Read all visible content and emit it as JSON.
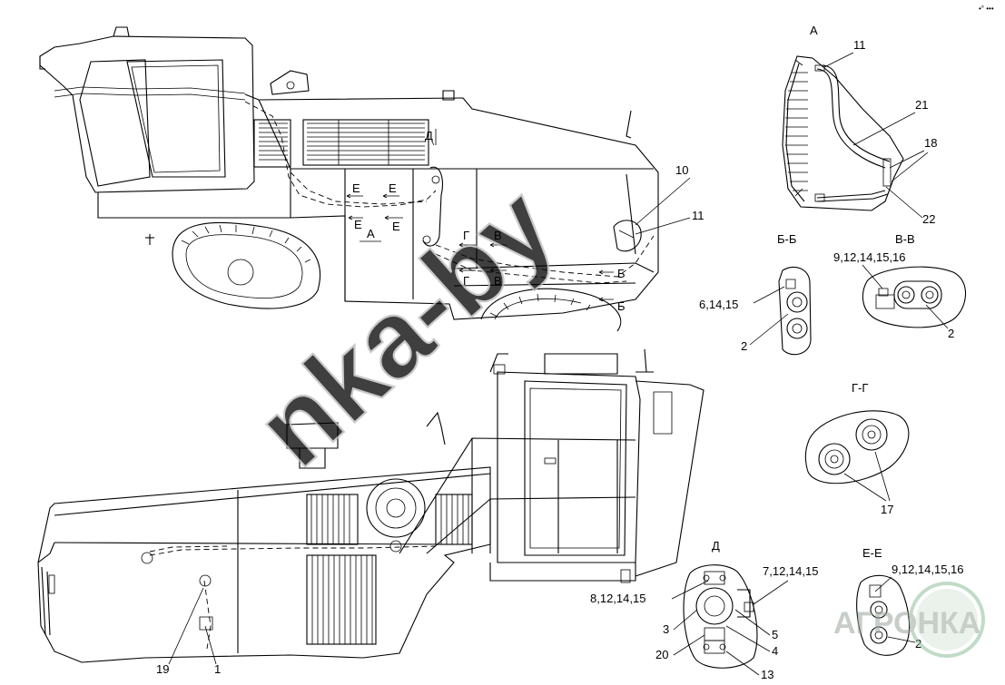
{
  "corner_mark": "•° •••",
  "views": {
    "A": "А",
    "BB": "Б-Б",
    "VV": "В-В",
    "GG": "Г-Г",
    "D": "Д",
    "EE": "Е-Е"
  },
  "section_marks": {
    "D": "Д",
    "E": "Е",
    "A": "А",
    "G": "Г",
    "V": "В",
    "B": "Б"
  },
  "callouts": {
    "c1": "1",
    "c2": "2",
    "c3": "3",
    "c4": "4",
    "c5": "5",
    "c6_14_15": "6,14,15",
    "c7_12_14_15": "7,12,14,15",
    "c8_12_14_15": "8,12,14,15",
    "c9_12_14_15_16": "9,12,14,15,16",
    "c10": "10",
    "c11": "11",
    "c13": "13",
    "c17": "17",
    "c18": "18",
    "c19": "19",
    "c20": "20",
    "c21": "21",
    "c22": "22"
  },
  "watermark": {
    "diagonal": "nka-by",
    "badge": "АГРОНКА"
  },
  "colors": {
    "line": "#000000",
    "watermark": "#b8b8b8",
    "badge_green": "#8fbf9a"
  }
}
